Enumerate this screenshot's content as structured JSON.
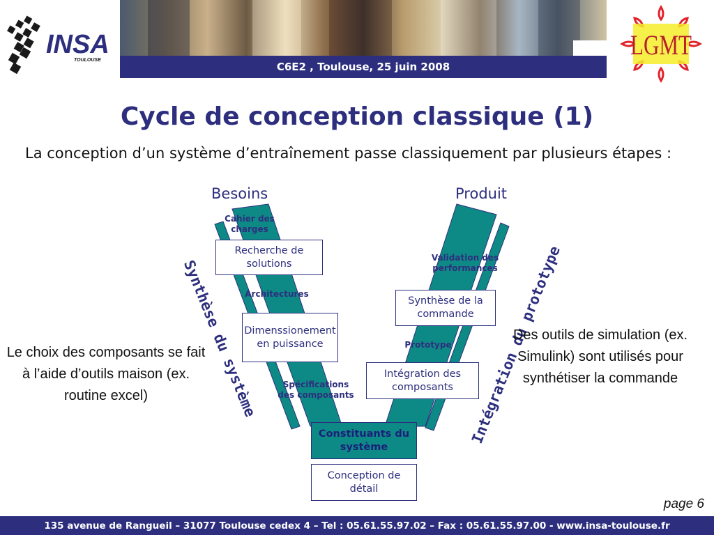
{
  "header": {
    "logo_text": "INSA",
    "logo_subtext": "TOULOUSE",
    "banner_text": "C6E2 , Toulouse, 25 juin 2008",
    "lab_logo_text": "LGMT"
  },
  "slide": {
    "title": "Cycle de conception classique (1)",
    "intro": "La conception d’un système d’entraînement passe classiquement par plusieurs étapes :"
  },
  "diagram": {
    "left_column_label": "Besoins",
    "right_column_label": "Produit",
    "left_axis_label": "Synthèse du système",
    "right_axis_label": "Intégration du prototype",
    "labels": {
      "cahier": "Cahier des charges",
      "architectures": "Architectures",
      "specifications": "Spécifications des composants",
      "validation": "Validation des performances",
      "prototype": "Prototype"
    },
    "boxes": {
      "recherche": "Recherche de solutions",
      "dimensionnement": "Dimenssionement en puissance",
      "constituants": "Constituants du système",
      "conception_detail": "Conception de détail",
      "integration": "Intégration des composants",
      "synthese_commande": "Synthèse de la commande"
    },
    "colors": {
      "navy": "#2d2f7e",
      "teal": "#0e8a86"
    }
  },
  "notes": {
    "left": "Le choix des composants se fait à l’aide d’outils maison (ex. routine excel)",
    "right": "Des outils de simulation (ex. Simulink) sont utilisés pour synthétiser la commande"
  },
  "page_number": "page 6",
  "footer": "135 avenue de Rangueil – 31077 Toulouse cedex 4 – Tel : 05.61.55.97.02 – Fax : 05.61.55.97.00 - www.insa-toulouse.fr"
}
